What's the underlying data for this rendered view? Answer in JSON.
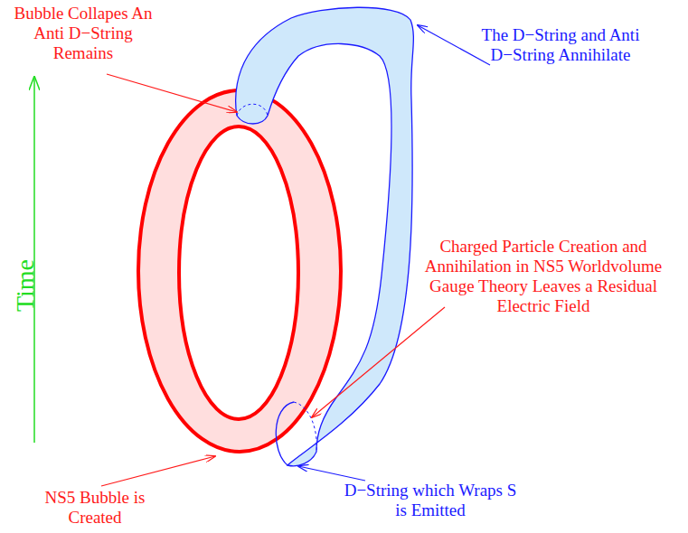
{
  "diagram": {
    "labels": [
      "Bubble Collapes An Anti D−String Remains",
      "The D−String and Anti D−String Annihilate",
      "Time",
      "Charged Particle Creation and Annihilation in NS5 Worldvolume Gauge Theory Leaves a Residual Electric Field",
      "NS5 Bubble is Created",
      "D−String which Wraps S is Emitted"
    ]
  }
}
